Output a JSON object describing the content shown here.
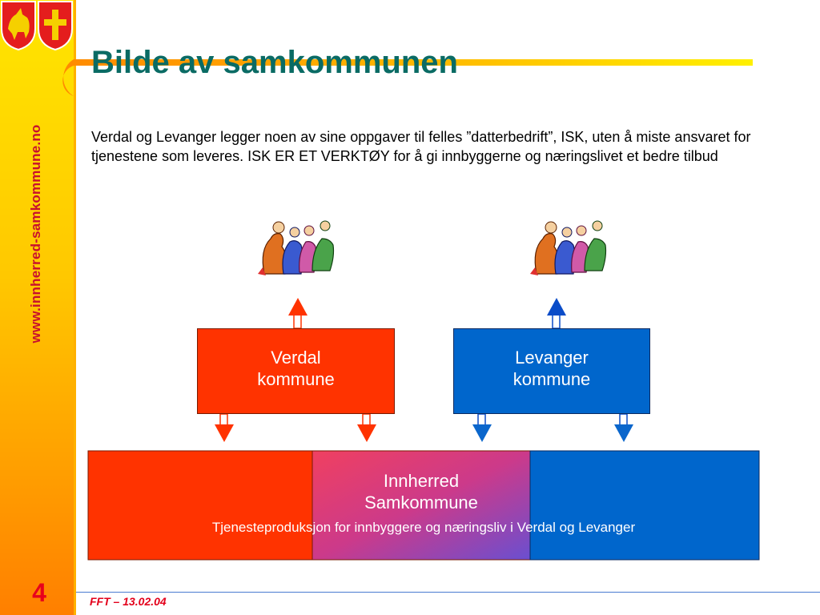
{
  "slide": {
    "title": "Bilde av samkommunen",
    "intro": "Verdal og Levanger legger noen av sine oppgaver til felles ”datterbedrift”, ISK, uten å miste ansvaret for tjenestene som leveres. ISK ER ET VERKTØY for å gi innbyggerne og næringslivet et bedre tilbud",
    "page_number": "4",
    "footer": "FFT – 13.02.04",
    "sidebar_url": "www.innherred-samkommune.no"
  },
  "diagram": {
    "verdal_box": "Verdal\nkommune",
    "levanger_box": "Levanger\nkommune",
    "samkommune_title": "Innherred\nSamkommune",
    "samkommune_subtitle": "Tjenesteproduksjon for innbyggere og næringsliv i Verdal og Levanger"
  },
  "colors": {
    "verdal": "#ff3300",
    "levanger": "#0066cc",
    "title": "#0a6b64",
    "accent": "#ff9900"
  }
}
